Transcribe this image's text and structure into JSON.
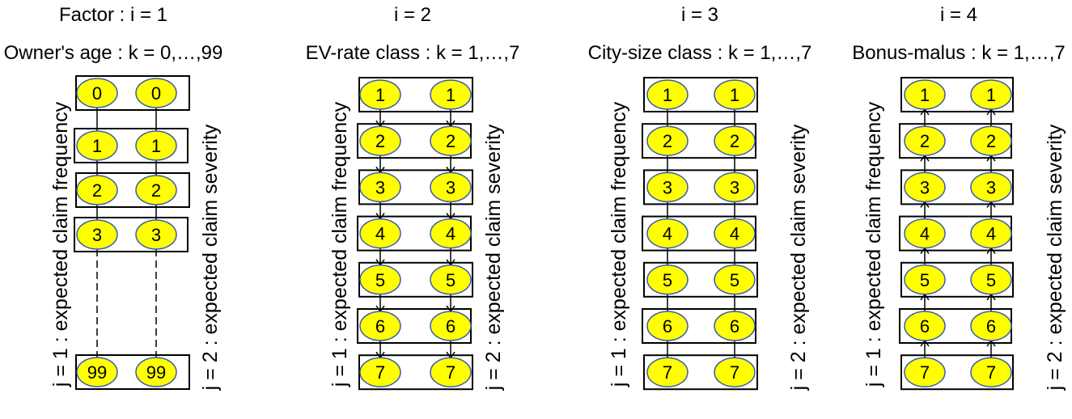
{
  "colors": {
    "node_fill": "#ffff00",
    "node_stroke": "#3a5bb0",
    "line": "#000000"
  },
  "panels": [
    {
      "factor_title": "Factor : i = 1",
      "factor_name": "Owner's age : k = 0,…,99",
      "levels": [
        "0",
        "1",
        "2",
        "3",
        "99"
      ],
      "gap_after_index": 3,
      "connector": "line",
      "left_label": "j = 1 : expected claim frequency",
      "right_label": "j = 2 : expected claim severity"
    },
    {
      "factor_title": "i = 2",
      "factor_name": "EV-rate class : k = 1,…,7",
      "levels": [
        "1",
        "2",
        "3",
        "4",
        "5",
        "6",
        "7"
      ],
      "connector": "arrow-down",
      "left_label": "j = 1 : expected claim frequency",
      "right_label": "j = 2 : expected claim severity"
    },
    {
      "factor_title": "i = 3",
      "factor_name": "City-size class : k = 1,…,7",
      "levels": [
        "1",
        "2",
        "3",
        "4",
        "5",
        "6",
        "7"
      ],
      "connector": "line",
      "left_label": "j = 1 : expected claim frequency",
      "right_label": "j = 2 : expected claim severity"
    },
    {
      "factor_title": "i = 4",
      "factor_name": "Bonus-malus : k = 1,…,7",
      "levels": [
        "1",
        "2",
        "3",
        "4",
        "5",
        "6",
        "7"
      ],
      "connector": "arrow-up",
      "left_label": "j = 1 : expected claim frequency",
      "right_label": "j = 2 : expected claim severity"
    }
  ]
}
